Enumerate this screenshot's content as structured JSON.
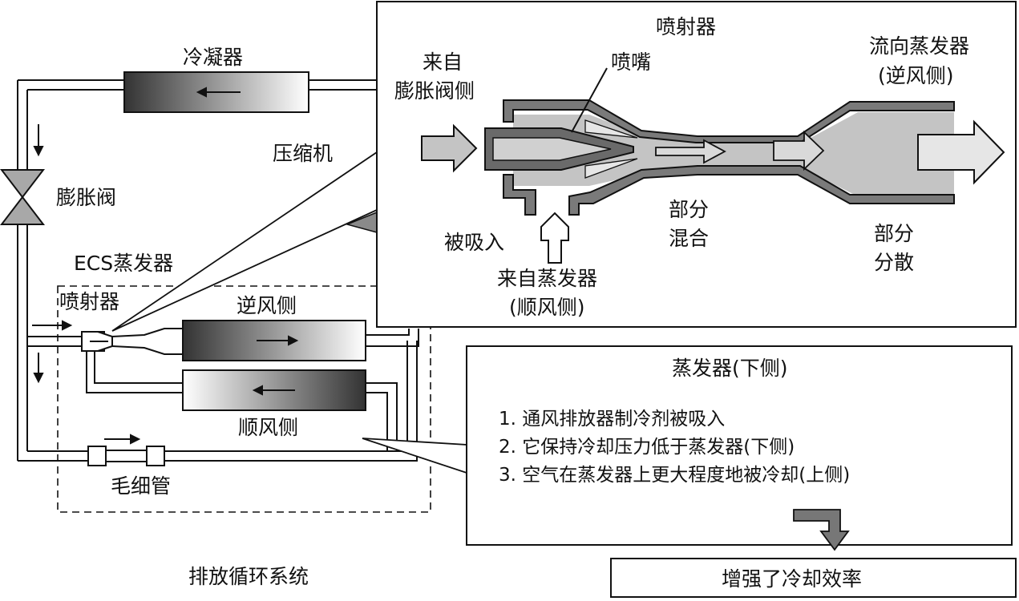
{
  "system": {
    "condenser": "冷凝器",
    "expansion_valve": "膨胀阀",
    "compressor": "压缩机",
    "ecs_evaporator": "ECS蒸发器",
    "ejector": "喷射器",
    "upwind_side": "逆风侧",
    "downwind_side": "顺风侧",
    "capillary": "毛细管",
    "caption": "排放循环系统"
  },
  "ejector_detail": {
    "title": "喷射器",
    "from_line1": "来自",
    "from_line2": "膨胀阀侧",
    "nozzle": "喷嘴",
    "to_line1": "流向蒸发器",
    "to_line2": "(逆风侧)",
    "suction": "被吸入",
    "from_evap_line1": "来自蒸发器",
    "from_evap_line2": "(顺风侧)",
    "mix_line1": "部分",
    "mix_line2": "混合",
    "diffuse_line1": "部分",
    "diffuse_line2": "分散"
  },
  "evaporator_note": {
    "title": "蒸发器(下侧)",
    "items": [
      "1. 通风排放器制冷剂被吸入",
      "2. 它保持冷却压力低于蒸发器(下侧)",
      "3. 空气在蒸发器上更大程度地被冷却(上侧)"
    ]
  },
  "result": "增强了冷却效率",
  "colors": {
    "ink": "#111111",
    "dark_gray": "#555555",
    "mid_gray": "#8a8a8a",
    "light_gray": "#c4c4c4"
  }
}
